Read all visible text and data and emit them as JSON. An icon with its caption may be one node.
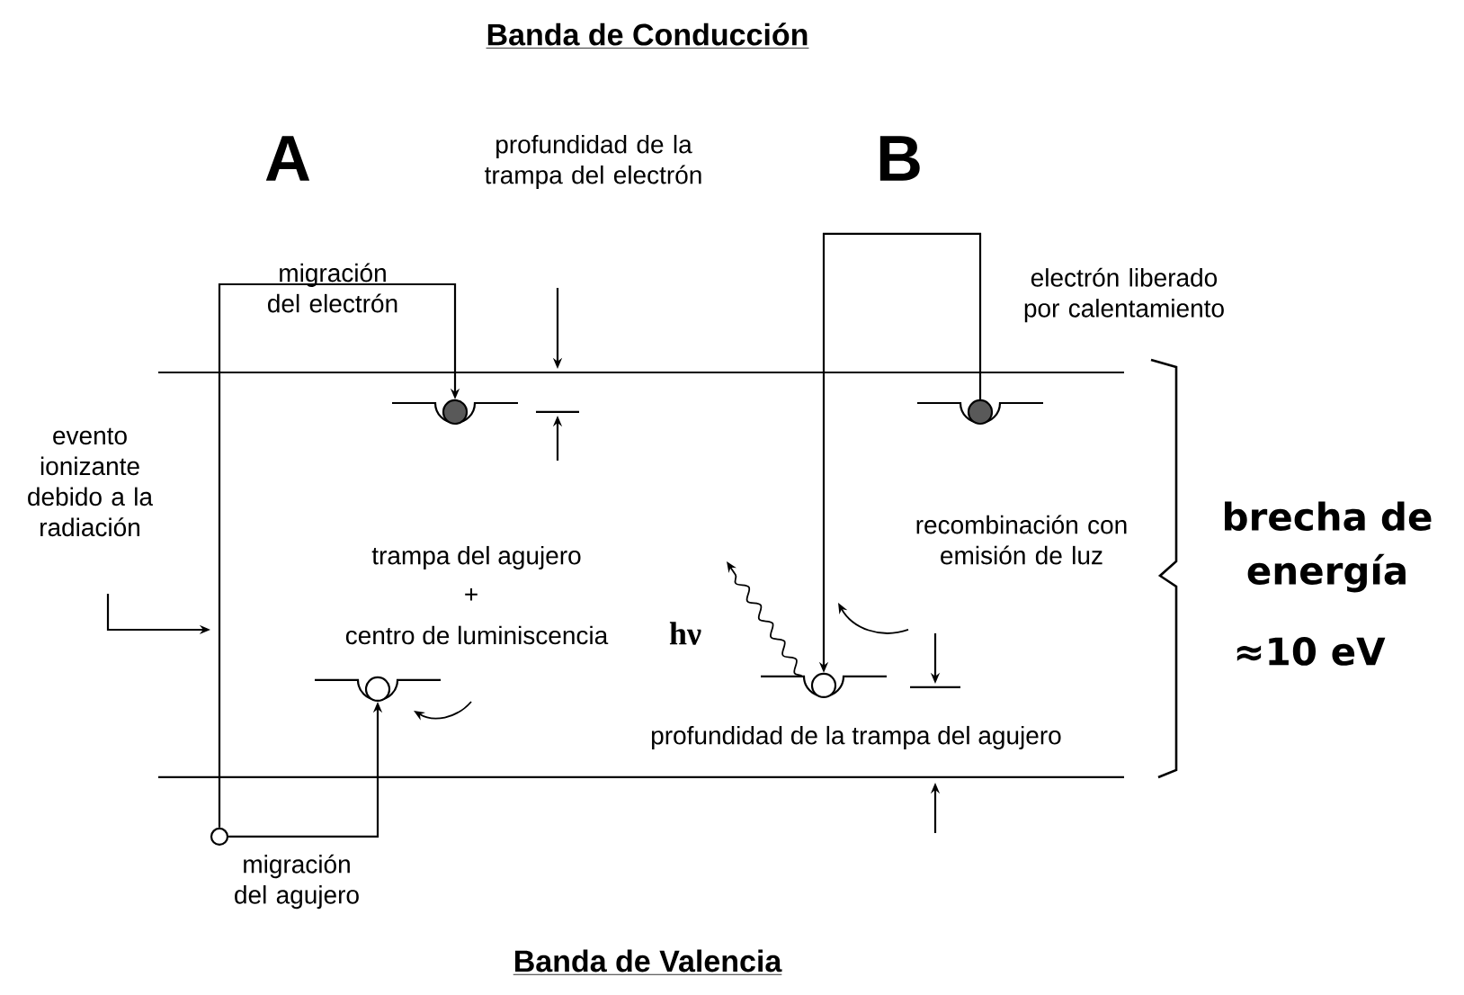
{
  "diagram": {
    "nodes": [
      {
        "text": [],
        "shape": "circle"
      },
      {
        "text": [],
        "shape": "circle"
      },
      {
        "text": [],
        "shape": "circle"
      },
      {
        "text": [],
        "shape": "circle"
      },
      {
        "text": [],
        "shape": "circle"
      }
    ],
    "edges": [
      {
        "from": 0,
        "to": 1,
        "arrow": "to",
        "label": "migración del electrón"
      },
      {
        "from": 0,
        "to": 2,
        "arrow": "to",
        "label": "migración del agujero"
      },
      {
        "from": 3,
        "to": 4,
        "arrow": "to",
        "label": "electrón liberado por calentamiento"
      }
    ],
    "labels": [
      "Banda de Conducción",
      "A",
      "B",
      "profundidad de la trampa del electrón",
      "evento ionizante debido a la radiación",
      "trampa del agujero",
      "+",
      "centro de luminiscencia",
      "hν",
      "recombinación con emisión de luz",
      "profundidad de la trampa del agujero",
      "brecha de energía",
      "≈10 eV",
      "Banda de Valencia"
    ]
  }
}
